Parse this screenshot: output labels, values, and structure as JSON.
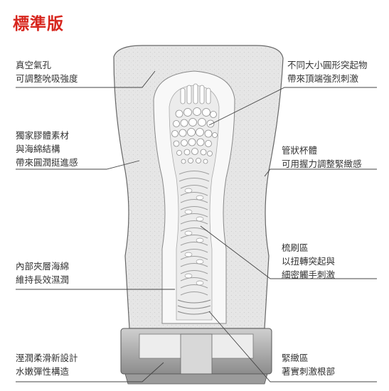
{
  "title": "標準版",
  "colors": {
    "title": "#d7261e",
    "leader": "#444444",
    "shell_fill": "#e3e3e3",
    "inner_fill": "#f7f7f7"
  },
  "labels": {
    "l1": {
      "line1": "真空氣孔",
      "line2": "可調整吮吸強度"
    },
    "l2": {
      "line1": "獨家膠體素材",
      "line2": "與海綿結構",
      "line3": "帶來圓潤挺進感"
    },
    "l3": {
      "line1": "內部夾層海綿",
      "line2": "維持長效濕潤"
    },
    "l4": {
      "line1": "溼潤柔滑新設計",
      "line2": "水嫩彈性構造"
    },
    "r1": {
      "line1": "不同大小圓形突起物",
      "line2": "帶來頂端強烈刺激"
    },
    "r2": {
      "line1": "管狀杯體",
      "line2": "可用握力調整緊緻感"
    },
    "r3": {
      "line1": "梳刷區",
      "line2": "以扭轉突起與",
      "line3": "細密觸手刺激"
    },
    "r4": {
      "line1": "緊緻區",
      "line2": "著實刺激根部"
    }
  }
}
